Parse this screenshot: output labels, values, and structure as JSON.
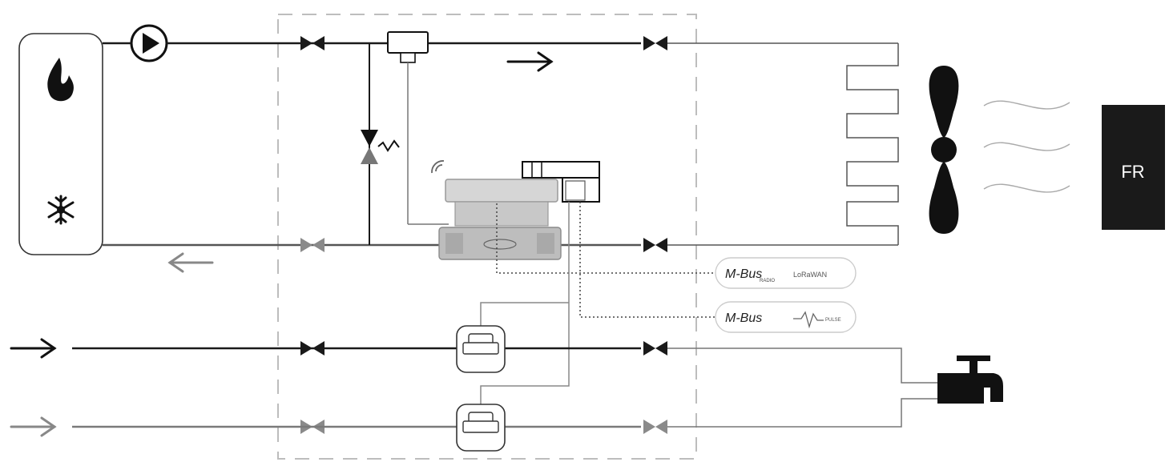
{
  "badge": {
    "label": "FR"
  },
  "protocols": {
    "box1": {
      "left": "M-Bus",
      "left_sub": "RADIO",
      "right": "LoRaWAN"
    },
    "box2": {
      "left": "M-Bus",
      "right": "PULSE"
    }
  },
  "colors": {
    "pipe_dark": "#1a1a1a",
    "pipe_gray": "#7a7a7a",
    "dashed_box": "#bdbdbd",
    "badge_bg": "#1a1a1a",
    "badge_text": "#ffffff",
    "meter_body": "#cfcfcf"
  },
  "icons": [
    "flame-icon",
    "snowflake-icon",
    "pump-icon",
    "fan-icon",
    "faucet-icon",
    "radiator-icon",
    "wireless-icon",
    "valve-icon",
    "arrow-right-icon",
    "arrow-left-icon"
  ]
}
